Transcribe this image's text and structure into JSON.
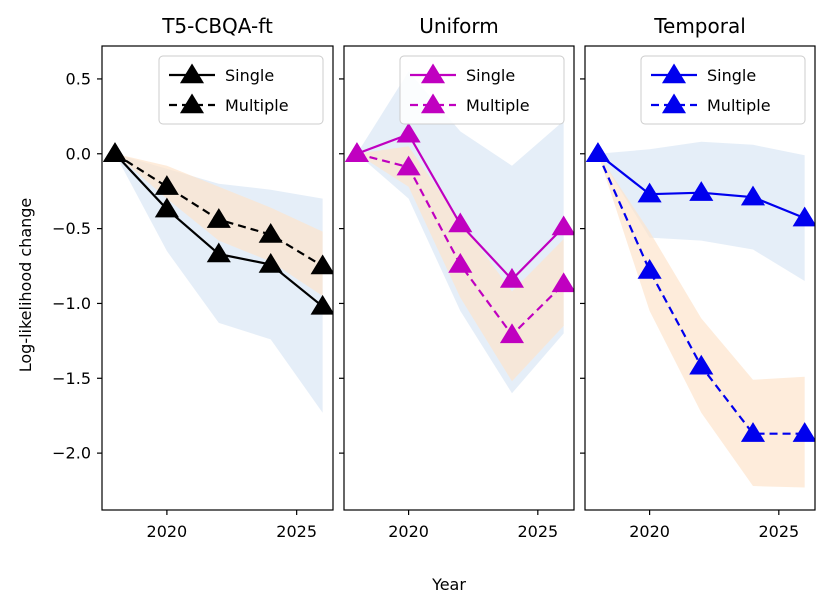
{
  "chart_data": {
    "type": "line",
    "xlabel": "Year",
    "ylabel": "Log-likelihood change",
    "xlim": [
      2017.5,
      2026.4
    ],
    "ylim": [
      -2.38,
      0.72
    ],
    "x_ticks": [
      2020,
      2025
    ],
    "y_ticks": [
      0.5,
      0.0,
      -0.5,
      -1.0,
      -1.5,
      -2.0
    ],
    "y_tick_labels": [
      "0.5",
      "0.0",
      "−0.5",
      "−1.0",
      "−1.5",
      "−2.0"
    ],
    "band_colors": {
      "single": "#dce8f5",
      "multiple": "#fde4cc"
    },
    "panels": [
      {
        "title": "T5-CBQA-ft",
        "color": "#000000",
        "x": [
          2018,
          2020,
          2022,
          2024,
          2026
        ],
        "series": [
          {
            "name": "Single",
            "style": "solid",
            "values": [
              0.0,
              -0.37,
              -0.67,
              -0.74,
              -1.02
            ]
          },
          {
            "name": "Multiple",
            "style": "dashed",
            "values": [
              0.0,
              -0.22,
              -0.44,
              -0.54,
              -0.75
            ]
          }
        ],
        "bands": [
          {
            "kind": "single",
            "lower": [
              0.0,
              -0.65,
              -1.13,
              -1.24,
              -1.73
            ],
            "upper": [
              0.0,
              -0.1,
              -0.2,
              -0.24,
              -0.3
            ]
          },
          {
            "kind": "multiple",
            "lower": [
              0.0,
              -0.3,
              -0.58,
              -0.72,
              -0.95
            ],
            "upper": [
              0.0,
              -0.08,
              -0.22,
              -0.36,
              -0.52
            ]
          }
        ]
      },
      {
        "title": "Uniform",
        "color": "#c000c0",
        "x": [
          2018,
          2020,
          2022,
          2024,
          2026
        ],
        "series": [
          {
            "name": "Single",
            "style": "solid",
            "values": [
              0.0,
              0.13,
              -0.47,
              -0.84,
              -0.49
            ]
          },
          {
            "name": "Multiple",
            "style": "dashed",
            "values": [
              0.0,
              -0.09,
              -0.74,
              -1.21,
              -0.87
            ]
          }
        ],
        "bands": [
          {
            "kind": "single",
            "lower": [
              0.0,
              -0.3,
              -1.05,
              -1.6,
              -1.2
            ],
            "upper": [
              0.0,
              0.55,
              0.15,
              -0.08,
              0.22
            ]
          },
          {
            "kind": "multiple",
            "lower": [
              0.0,
              -0.22,
              -0.96,
              -1.52,
              -1.15
            ],
            "upper": [
              0.0,
              0.05,
              -0.45,
              -0.92,
              -0.57
            ]
          }
        ]
      },
      {
        "title": "Temporal",
        "color": "#0000ee",
        "x": [
          2018,
          2020,
          2022,
          2024,
          2026
        ],
        "series": [
          {
            "name": "Single",
            "style": "solid",
            "values": [
              0.0,
              -0.27,
              -0.26,
              -0.29,
              -0.43
            ]
          },
          {
            "name": "Multiple",
            "style": "dashed",
            "values": [
              0.0,
              -0.78,
              -1.42,
              -1.87,
              -1.87
            ]
          }
        ],
        "bands": [
          {
            "kind": "single",
            "lower": [
              0.0,
              -0.56,
              -0.58,
              -0.64,
              -0.85
            ],
            "upper": [
              0.0,
              0.03,
              0.08,
              0.06,
              -0.01
            ]
          },
          {
            "kind": "multiple",
            "lower": [
              0.0,
              -1.05,
              -1.73,
              -2.22,
              -2.23
            ],
            "upper": [
              0.0,
              -0.52,
              -1.1,
              -1.51,
              -1.49
            ]
          }
        ]
      }
    ]
  }
}
